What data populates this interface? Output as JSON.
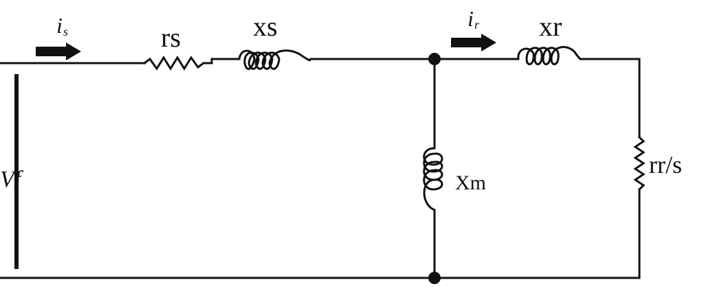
{
  "diagram": {
    "labels": {
      "is_main": "i",
      "is_sub": "s",
      "ir_main": "i",
      "ir_sub": "r",
      "rs": "rs",
      "xs": "xs",
      "xr": "xr",
      "xm": "Xm",
      "rr_s": "rr/s",
      "vf": "Vf"
    },
    "colors": {
      "wire": "#111111",
      "background": "#ffffff"
    }
  }
}
